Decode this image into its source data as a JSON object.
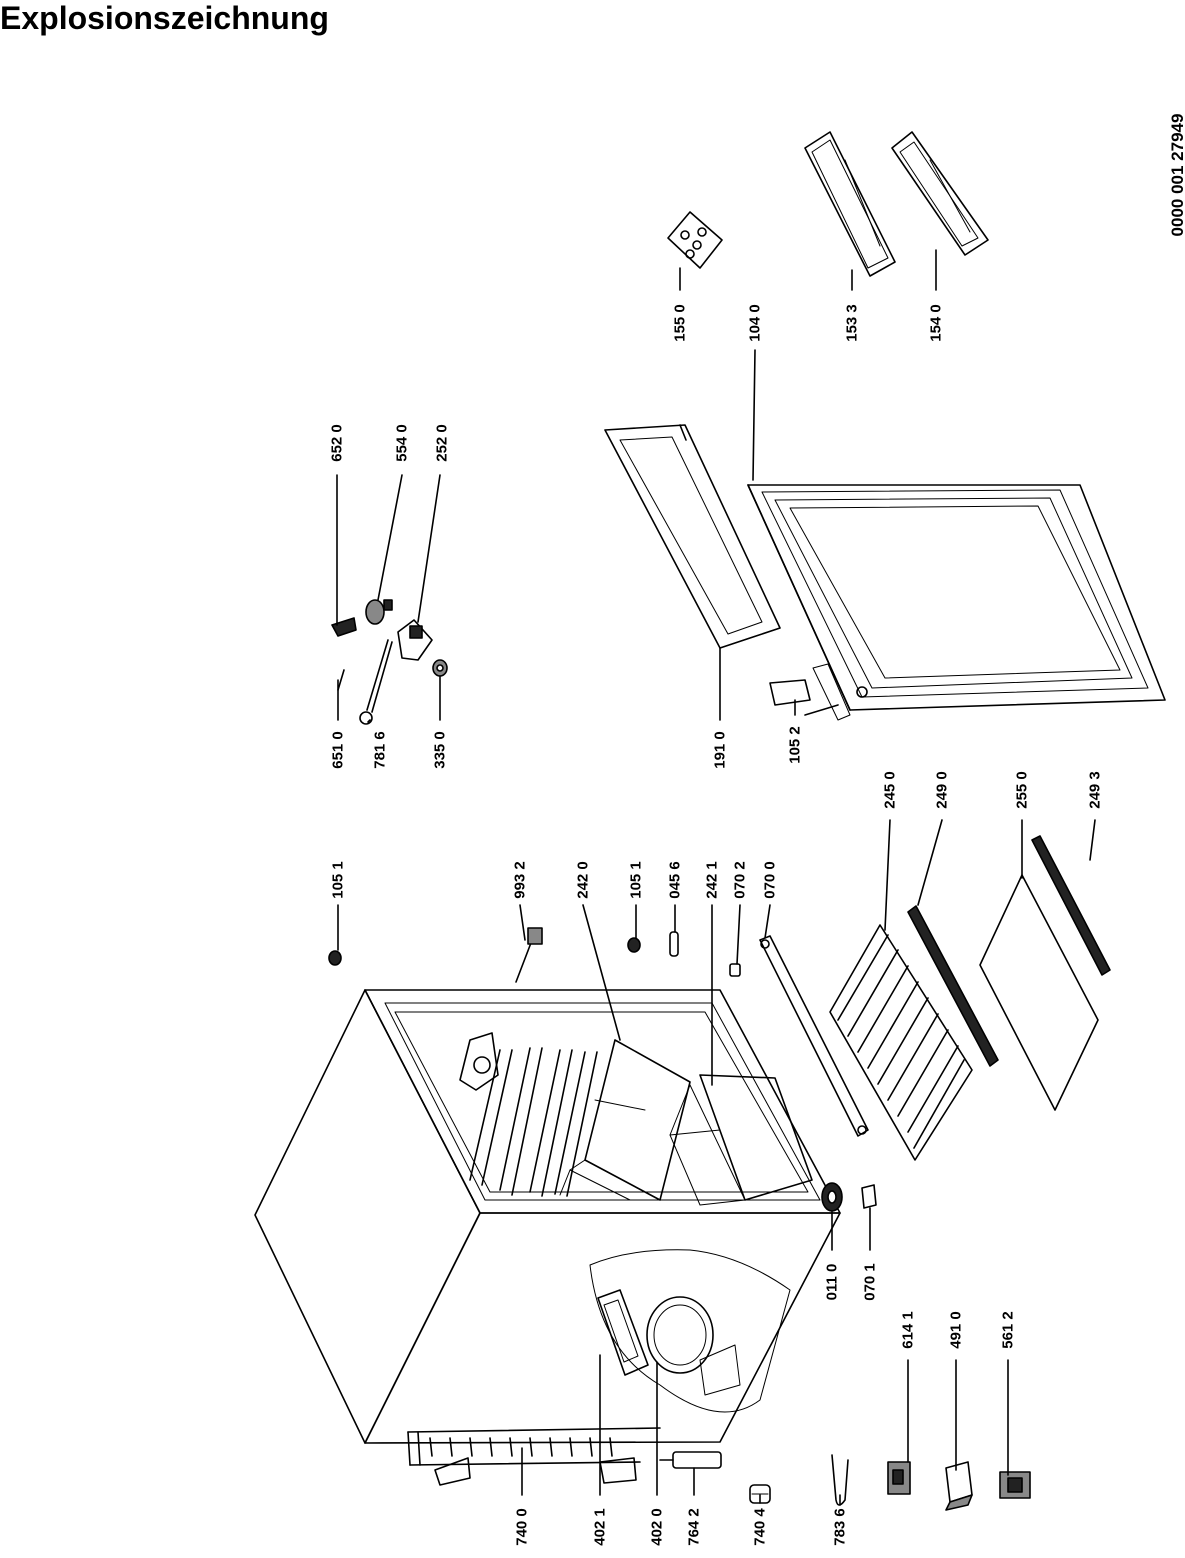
{
  "title": "Explosionszeichnung",
  "doc_number": "0000 001 27949",
  "parts": [
    "740 0",
    "402 1",
    "402 0",
    "764 2",
    "740 4",
    "783 6",
    "011 0",
    "070 1",
    "614 1",
    "491 0",
    "561 2",
    "105 1",
    "993 2",
    "242 0",
    "105 1",
    "045 6",
    "242 1",
    "070 2",
    "070 0",
    "245 0",
    "249 0",
    "255 0",
    "249 3",
    "651 0",
    "781 6",
    "335 0",
    "652 0",
    "554 0",
    "252 0",
    "191 0",
    "105 2",
    "104 0",
    "155 0",
    "153 3",
    "154 0"
  ]
}
